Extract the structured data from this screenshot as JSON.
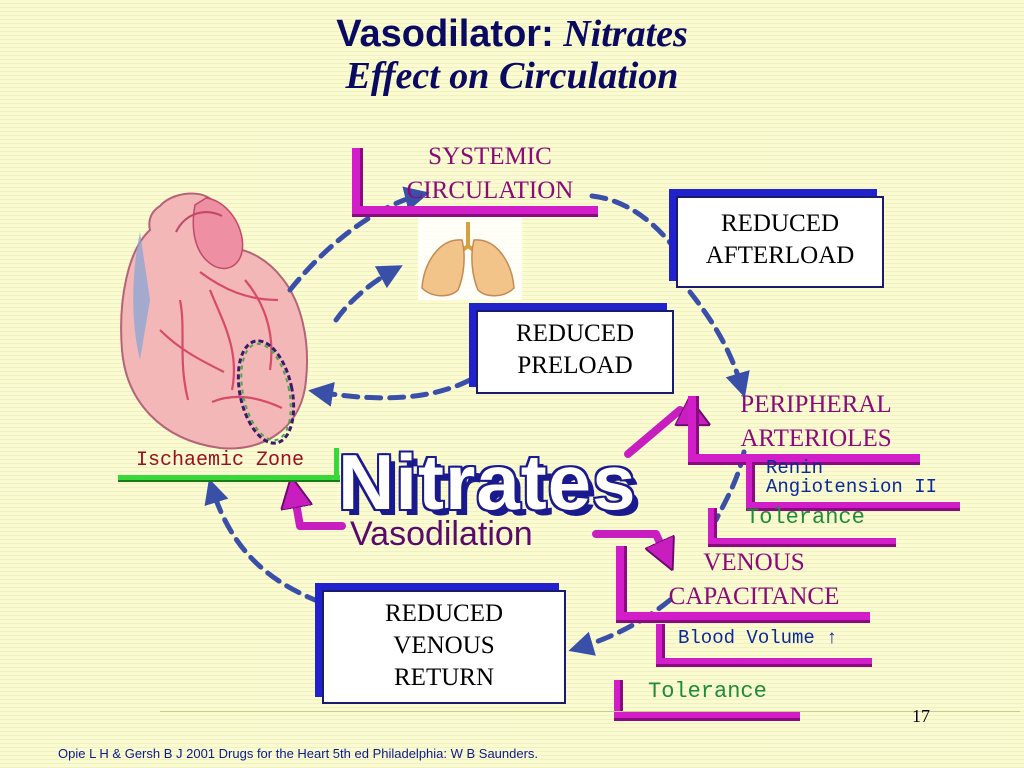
{
  "title": {
    "line1_prefix": "Vasodilator:",
    "line1_italic": "Nitrates",
    "line2": "Effect on Circulation"
  },
  "labels": {
    "systemic_line1": "SYSTEMIC",
    "systemic_line2": "CIRCULATION",
    "peripheral_line1": "PERIPHERAL",
    "peripheral_line2": "ARTERIOLES",
    "venous_line1": "VENOUS",
    "venous_line2": "CAPACITANCE",
    "ischaemic_zone": "Ischaemic Zone",
    "renin": "Renin",
    "angiotensin": "Angiotension II",
    "tolerance_upper": "Tolerance",
    "blood_volume": "Blood Volume ↑",
    "tolerance_lower": "Tolerance"
  },
  "boxes": {
    "afterload_line1": "REDUCED",
    "afterload_line2": "AFTERLOAD",
    "preload_line1": "REDUCED",
    "preload_line2": "PRELOAD",
    "venous_return_line1": "REDUCED",
    "venous_return_line2": "VENOUS",
    "venous_return_line3": "RETURN"
  },
  "center": {
    "nitrates": "Nitrates",
    "vasodilation": "Vasodilation"
  },
  "page_number": "17",
  "footer": "Opie L H & Gersh B J  2001 Drugs for the Heart 5th ed Philadelphia: W B Saunders.",
  "colors": {
    "background": "#fbfbd2",
    "title": "#0a0a60",
    "box_shadow_blue": "#2222cc",
    "pink_accent": "#d21ec8",
    "pink_text": "#8a0a78",
    "arrow_blue": "#3a50a8",
    "green_bar": "#38d838"
  },
  "icons": [
    "heart-illustration",
    "lungs-illustration",
    "dashed-cycle-arrows",
    "magenta-arrows"
  ]
}
